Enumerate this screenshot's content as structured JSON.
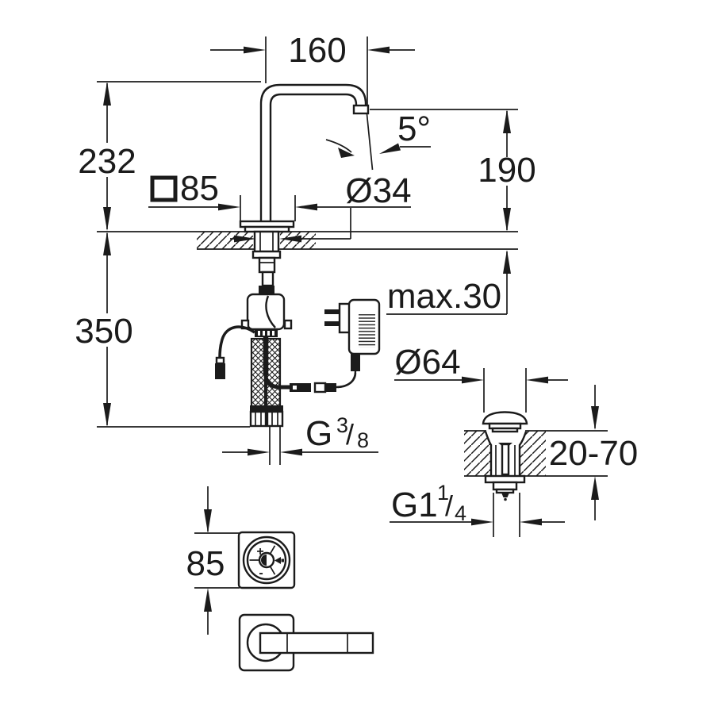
{
  "drawing": {
    "type": "technical-installation-diagram",
    "subject": "deck-mounted electronic basin faucet with power adapter, pop-up drain and remote control",
    "colors": {
      "line": "#1b1b1b",
      "background": "#ffffff"
    }
  },
  "icons": {
    "square_symbol": "□",
    "knob_mode_arrow": "◄",
    "center_indicator": "half-filled-circle"
  },
  "dimensions": {
    "spout_reach": {
      "value": "160"
    },
    "height_above_deck": {
      "value": "232"
    },
    "outlet_height": {
      "value": "190"
    },
    "stream_angle": {
      "value": "5°"
    },
    "base_square": {
      "symbol": "□",
      "value": "85"
    },
    "shank_diameter": {
      "value": "Ø34"
    },
    "below_deck": {
      "value": "350"
    },
    "max_deck_thickness": {
      "value": "max.30"
    },
    "supply_thread": {
      "prefix": "G",
      "numerator": "3",
      "slash": "/",
      "denominator": "8"
    },
    "drain_flange_diameter": {
      "value": "Ø64"
    },
    "drain_deck_range": {
      "value": "20-70"
    },
    "drain_thread": {
      "prefix": "G1",
      "numerator": "1",
      "slash": "/",
      "denominator": "4"
    },
    "remote_square": {
      "value": "85"
    }
  },
  "knob": {
    "plus": "+",
    "minus": "-"
  }
}
